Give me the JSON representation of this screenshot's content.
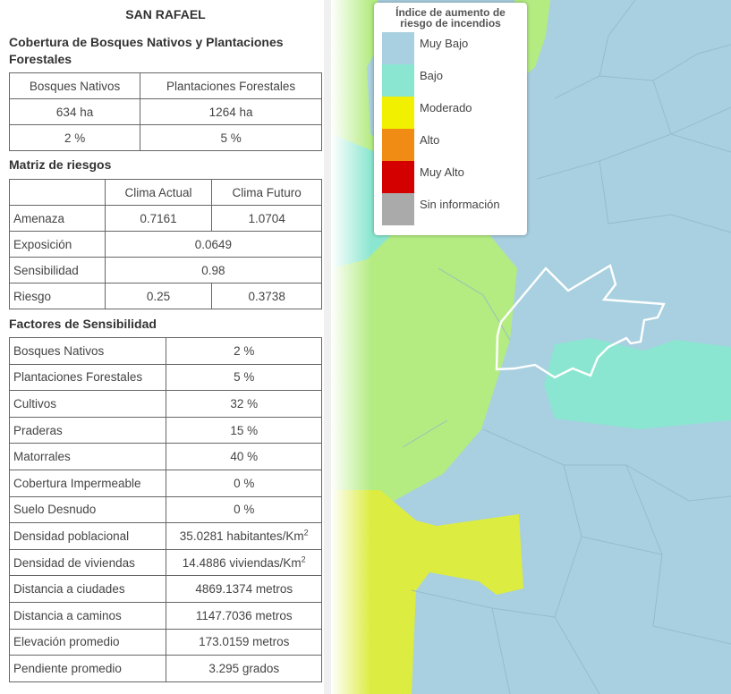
{
  "comuna": "SAN RAFAEL",
  "cobertura": {
    "title": "Cobertura de Bosques Nativos y Plantaciones Forestales",
    "headers": [
      "Bosques Nativos",
      "Plantaciones Forestales"
    ],
    "area": [
      "634 ha",
      "1264 ha"
    ],
    "percent": [
      "2 %",
      "5 %"
    ]
  },
  "matriz": {
    "title": "Matriz de riesgos",
    "headers": [
      "",
      "Clima Actual",
      "Clima Futuro"
    ],
    "amenaza": {
      "label": "Amenaza",
      "actual": "0.7161",
      "futuro": "1.0704"
    },
    "exposicion": {
      "label": "Exposición",
      "value": "0.0649"
    },
    "sensibilidad": {
      "label": "Sensibilidad",
      "value": "0.98"
    },
    "riesgo": {
      "label": "Riesgo",
      "actual": "0.25",
      "futuro": "0.3738"
    }
  },
  "factores": {
    "title": "Factores de Sensibilidad",
    "rows": [
      {
        "label": "Bosques Nativos",
        "value": "2 %"
      },
      {
        "label": "Plantaciones Forestales",
        "value": "5 %"
      },
      {
        "label": "Cultivos",
        "value": "32 %"
      },
      {
        "label": "Praderas",
        "value": "15 %"
      },
      {
        "label": "Matorrales",
        "value": "40 %"
      },
      {
        "label": "Cobertura Impermeable",
        "value": "0 %"
      },
      {
        "label": "Suelo Desnudo",
        "value": "0 %"
      },
      {
        "label": "Densidad poblacional",
        "value": "35.0281 habitantes/Km",
        "sup": "2"
      },
      {
        "label": "Densidad de viviendas",
        "value": "14.4886 viviendas/Km",
        "sup": "2"
      },
      {
        "label": "Distancia a ciudades",
        "value": "4869.1374 metros"
      },
      {
        "label": "Distancia a caminos",
        "value": "1147.7036 metros"
      },
      {
        "label": "Elevación promedio",
        "value": "173.0159 metros"
      },
      {
        "label": "Pendiente promedio",
        "value": "3.295 grados"
      }
    ]
  },
  "legend": {
    "title_line1": "Índice de aumento de",
    "title_line2": "riesgo de incendios",
    "items": [
      {
        "label": "Muy Bajo",
        "color": "#a8d0e0"
      },
      {
        "label": "Bajo",
        "color": "#8ae6d0"
      },
      {
        "label": "Moderado",
        "color": "#f0f000"
      },
      {
        "label": "Alto",
        "color": "#f08c14"
      },
      {
        "label": "Muy Alto",
        "color": "#d40000"
      },
      {
        "label": "Sin información",
        "color": "#aaaaaa"
      }
    ]
  },
  "map_colors": {
    "muy_bajo": "#a8d0e0",
    "bajo": "#8ae6d0",
    "moderado": "#dcec40",
    "green": "#b4ec82"
  }
}
